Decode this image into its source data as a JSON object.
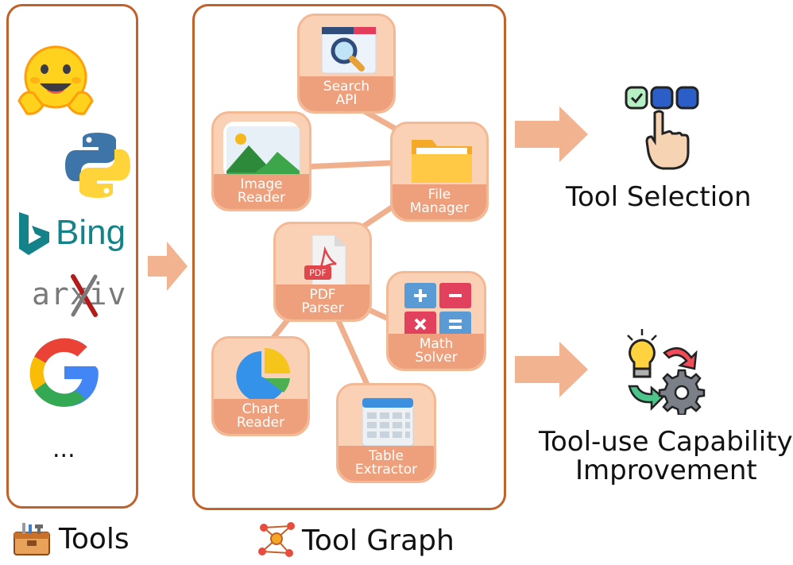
{
  "tools_panel": {
    "caption": "Tools",
    "logos": {
      "bing": "Bing",
      "arxiv": "arxiv",
      "more": "..."
    }
  },
  "graph_panel": {
    "caption": "Tool Graph",
    "nodes": {
      "search": [
        "Search",
        "API"
      ],
      "image": [
        "Image",
        "Reader"
      ],
      "file": [
        "File",
        "Manager"
      ],
      "pdf": [
        "PDF",
        "Parser"
      ],
      "math": [
        "Math",
        "Solver"
      ],
      "chart": [
        "Chart",
        "Reader"
      ],
      "table": [
        "Table",
        "Extractor"
      ]
    },
    "pdf_icon_text": "PDF"
  },
  "outputs": {
    "tool_selection": "Tool Selection",
    "capability_line1": "Tool-use Capability",
    "capability_line2": "Improvement"
  },
  "colors": {
    "panel_border": "#c0622a",
    "node_fill": "#fbd1b6",
    "node_label": "#eda07b",
    "arrow": "#f2b391",
    "edge": "#f0b08e"
  }
}
